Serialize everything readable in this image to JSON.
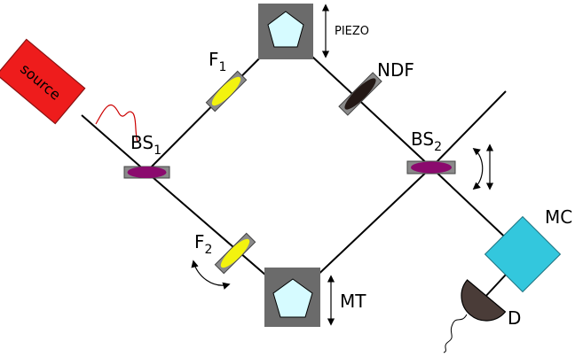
{
  "labels": {
    "source": "source",
    "bs1": "BS",
    "bs1_sub": "1",
    "bs2": "BS",
    "bs2_sub": "2",
    "f1": "F",
    "f1_sub": "1",
    "f2": "F",
    "f2_sub": "2",
    "ndf": "NDF",
    "piezo": "PIEZO",
    "mt": "MT",
    "mc": "MC",
    "d": "D"
  },
  "colors": {
    "source": "#ee1c1c",
    "beam_splitter": "#8b0a6e",
    "filter": "#f3f30f",
    "ndf": "#231815",
    "mount": "#6b6b6b",
    "mirror": "#d6fbff",
    "mc": "#33c7dd",
    "detector": "#4a3c38",
    "fiber": "#cc0000"
  }
}
